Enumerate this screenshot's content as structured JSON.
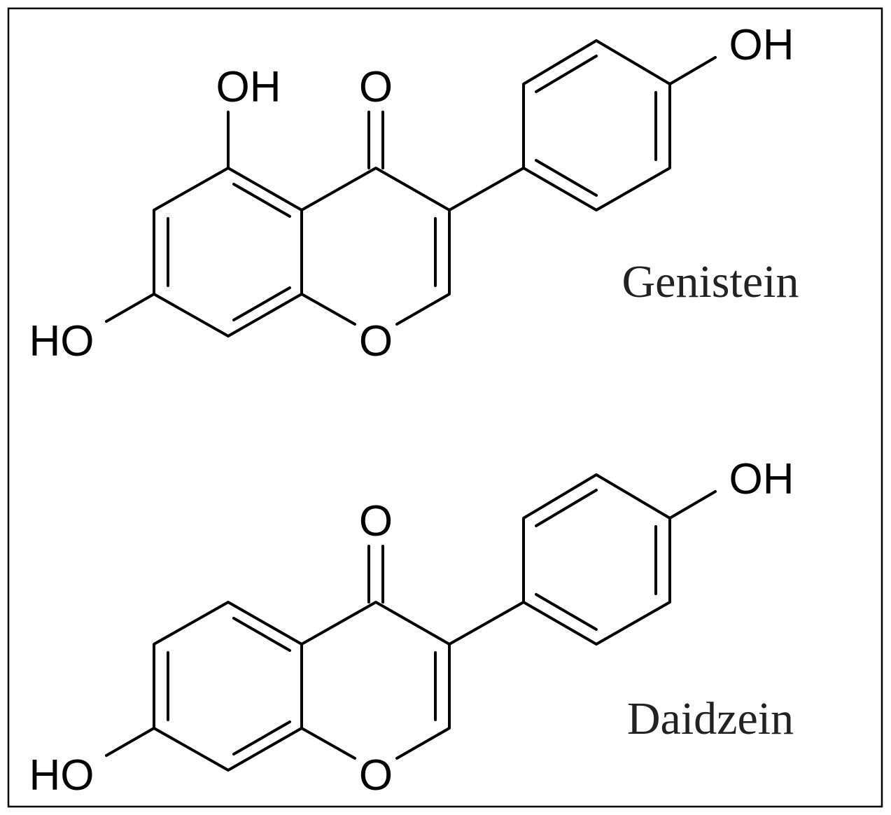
{
  "molecules": [
    {
      "name": "Genistein",
      "atoms": {
        "hydroxyl_5": "OH",
        "carbonyl_o": "O",
        "ring_o": "O",
        "hydroxyl_7": "HO",
        "hydroxyl_4p": "OH"
      }
    },
    {
      "name": "Daidzein",
      "atoms": {
        "carbonyl_o": "O",
        "ring_o": "O",
        "hydroxyl_7": "HO",
        "hydroxyl_4p": "OH"
      }
    }
  ],
  "colors": {
    "line": "#000000",
    "frame": "#000000",
    "background": "#ffffff"
  }
}
